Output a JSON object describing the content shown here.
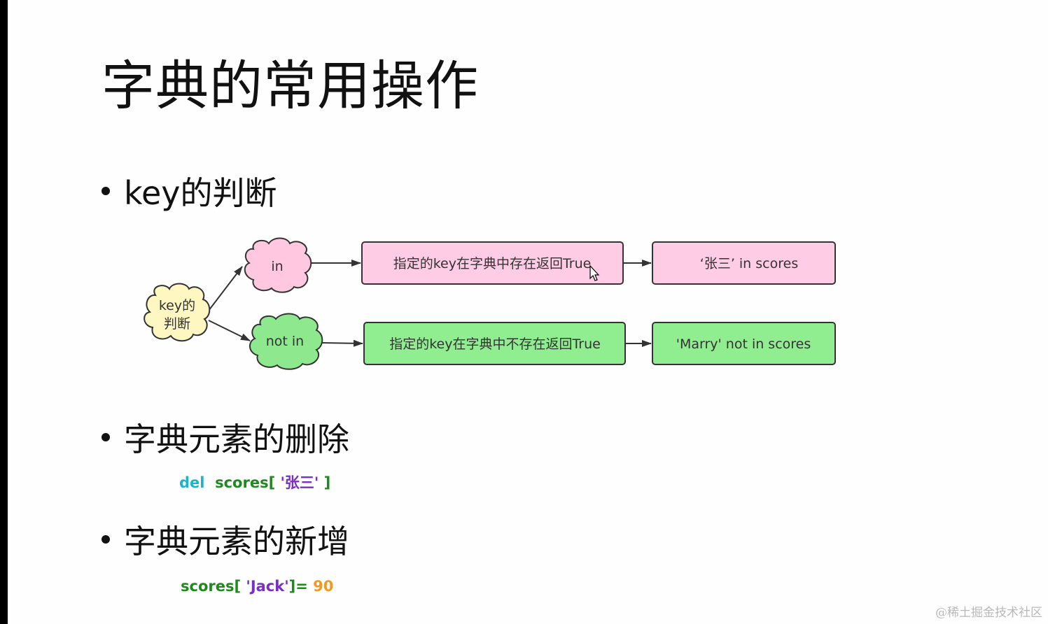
{
  "slide": {
    "title": "字典的常用操作",
    "sections": [
      {
        "heading": "key的判断"
      },
      {
        "heading": "字典元素的删除"
      },
      {
        "heading": "字典元素的新增"
      }
    ]
  },
  "diagram": {
    "root": {
      "label_line1": "key的",
      "label_line2": "判断",
      "color": "#fff7c2"
    },
    "branches": [
      {
        "cloud_label": "in",
        "cloud_color": "#ffc8e0",
        "description": "指定的key在字典中存在返回True",
        "example": "‘张三’   in scores",
        "box_color": "#ffcce6"
      },
      {
        "cloud_label": "not in",
        "cloud_color": "#8ee88e",
        "description": "指定的key在字典中不存在返回True",
        "example": "'Marry' not  in scores",
        "box_color": "#90ee90"
      }
    ]
  },
  "code": {
    "delete": {
      "keyword": "del",
      "target": "scores[",
      "key": " '张三' ",
      "close": "]"
    },
    "add": {
      "target": "scores[ ",
      "key": "'Jack'",
      "close": "]= ",
      "value": "90"
    }
  },
  "colors": {
    "keyword": "#1ab4cc",
    "identifier": "#1d8a1d",
    "string": "#7a2fc4",
    "number": "#f39a1e"
  },
  "watermark": "@稀土掘金技术社区"
}
